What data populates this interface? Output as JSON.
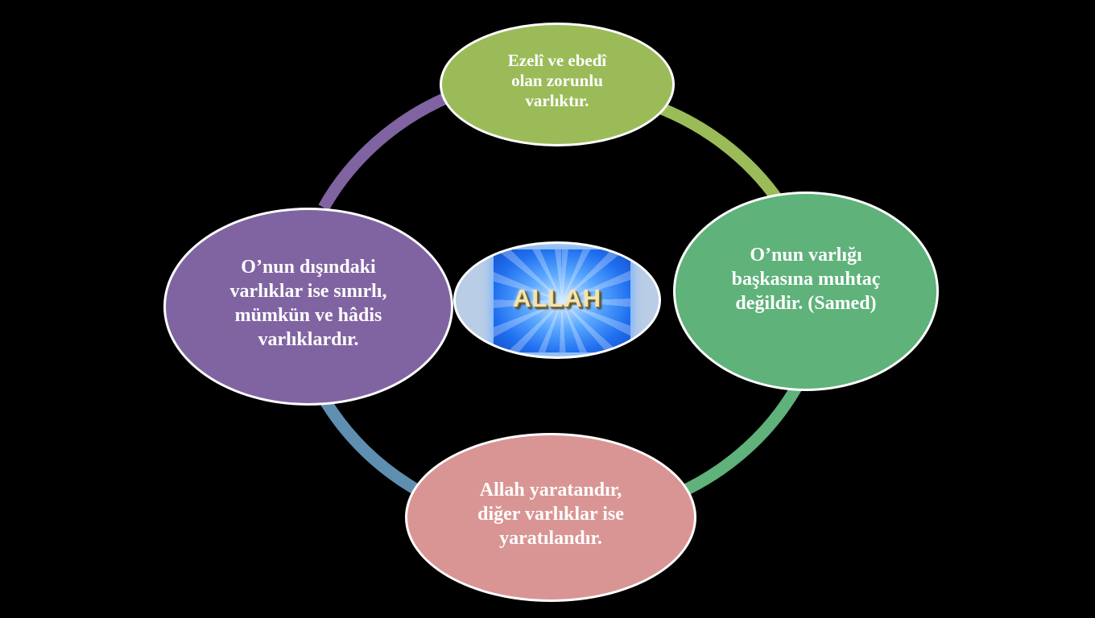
{
  "diagram": {
    "center": {
      "label": "ALLAH",
      "fill_color": "#b9cde6",
      "badge_color": "#1f6ff0"
    },
    "nodes": [
      {
        "id": "top",
        "text": "Ezelî ve ebedî\nolan zorunlu\nvarlıktır.",
        "color": "#9bbb59"
      },
      {
        "id": "right",
        "text": "O’nun varlığı\nbaşkasına muhtaç\ndeğildir. (Samed)",
        "color": "#5eb27a"
      },
      {
        "id": "bottom",
        "text": "Allah yaratandır,\ndiğer varlıklar ise\nyaratılandır.",
        "color": "#d99594"
      },
      {
        "id": "left",
        "text": "O’nun dışındaki\nvarlıklar ise sınırlı,\nmümkün ve hâdis\nvarlıklardır.",
        "color": "#8064a2"
      }
    ],
    "ring_colors": {
      "top_to_right": "#9bbb59",
      "right_to_bottom": "#5eb27a",
      "bottom_to_left": "#5f8fb0",
      "left_to_top": "#8064a2"
    },
    "background_color": "#000000",
    "border_color": "#ffffff"
  }
}
